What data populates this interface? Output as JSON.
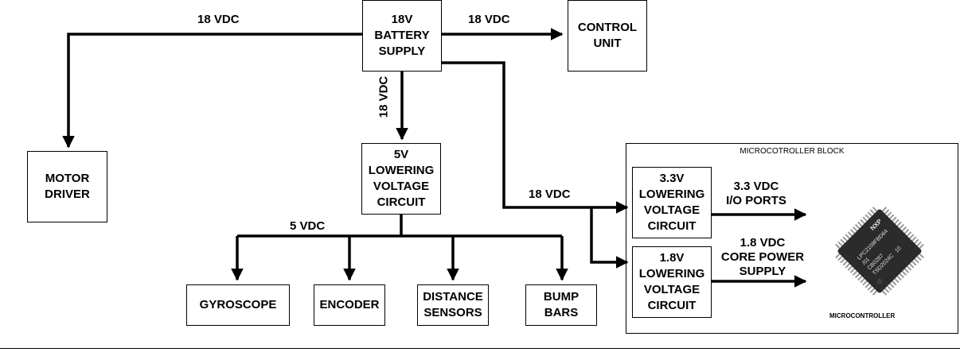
{
  "blocks": {
    "battery": "18V\nBATTERY\nSUPPLY",
    "control_unit": "CONTROL\nUNIT",
    "motor_driver": "MOTOR\nDRIVER",
    "lower_5v": "5V\nLOWERING\nVOLTAGE\nCIRCUIT",
    "gyroscope": "GYROSCOPE",
    "encoder": "ENCODER",
    "distance_sensors": "DISTANCE\nSENSORS",
    "bump_bars": "BUMP\nBARS",
    "lower_33v": "3.3V\nLOWERING\nVOLTAGE\nCIRCUIT",
    "lower_18v": "1.8V\nLOWERING\nVOLTAGE\nCIRCUIT"
  },
  "labels": {
    "vdc18_motor": "18 VDC",
    "vdc18_control": "18 VDC",
    "vdc18_down": "18 VDC",
    "vdc18_micro": "18 VDC",
    "vdc5": "5 VDC",
    "io_ports": "3.3 VDC\nI/O PORTS",
    "core_power": "1.8 VDC\nCORE POWER\nSUPPLY"
  },
  "micro_block": {
    "title": "MICROCOTROLLER BLOCK",
    "chip_caption": "MICROCONTROLLER",
    "chip_text": [
      "LPC2109FBD64",
      "/01",
      "CB0287",
      "TSD2024C",
      "10"
    ]
  },
  "colors": {
    "line": "#000000",
    "chip_body": "#2b2b2b",
    "chip_pins": "#9a9a9a"
  }
}
